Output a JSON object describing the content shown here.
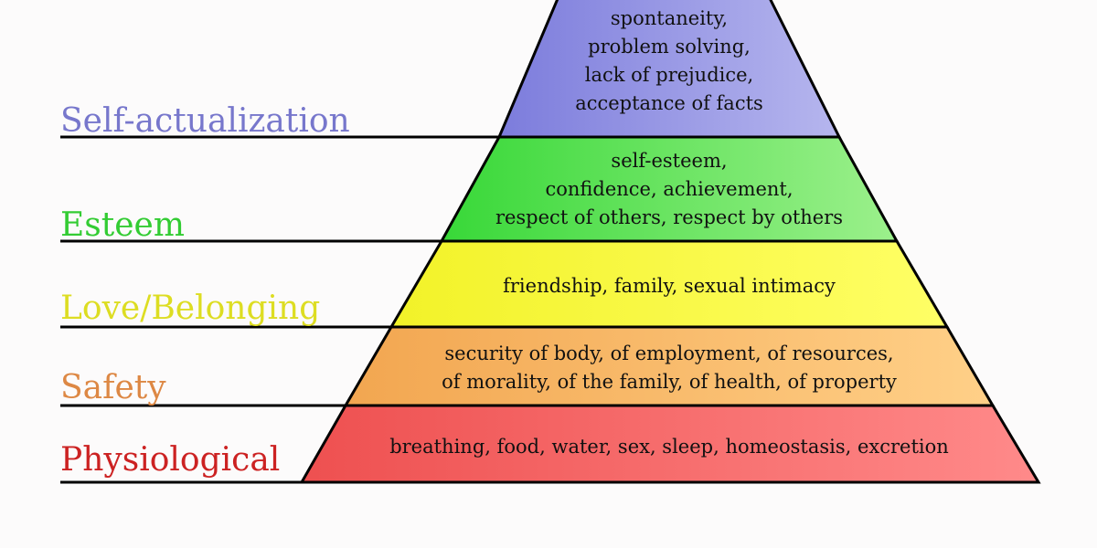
{
  "levels": [
    {
      "name": "Self-actualization",
      "color": "#7777cc",
      "lines": [
        "spontaneity,",
        "problem solving,",
        "lack of prejudice,",
        "acceptance of facts"
      ]
    },
    {
      "name": "Esteem",
      "color": "#33cc33",
      "lines": [
        "self-esteem,",
        "confidence, achievement,",
        "respect of others, respect by others"
      ]
    },
    {
      "name": "Love/Belonging",
      "color": "#dddd22",
      "lines": [
        "friendship, family, sexual intimacy"
      ]
    },
    {
      "name": "Safety",
      "color": "#dd8844",
      "lines": [
        "security of body, of employment, of resources,",
        "of morality, of the family, of health, of property"
      ]
    },
    {
      "name": "Physiological",
      "color": "#cc2222",
      "lines": [
        "breathing, food, water, sex, sleep, homeostasis, excretion"
      ]
    }
  ]
}
